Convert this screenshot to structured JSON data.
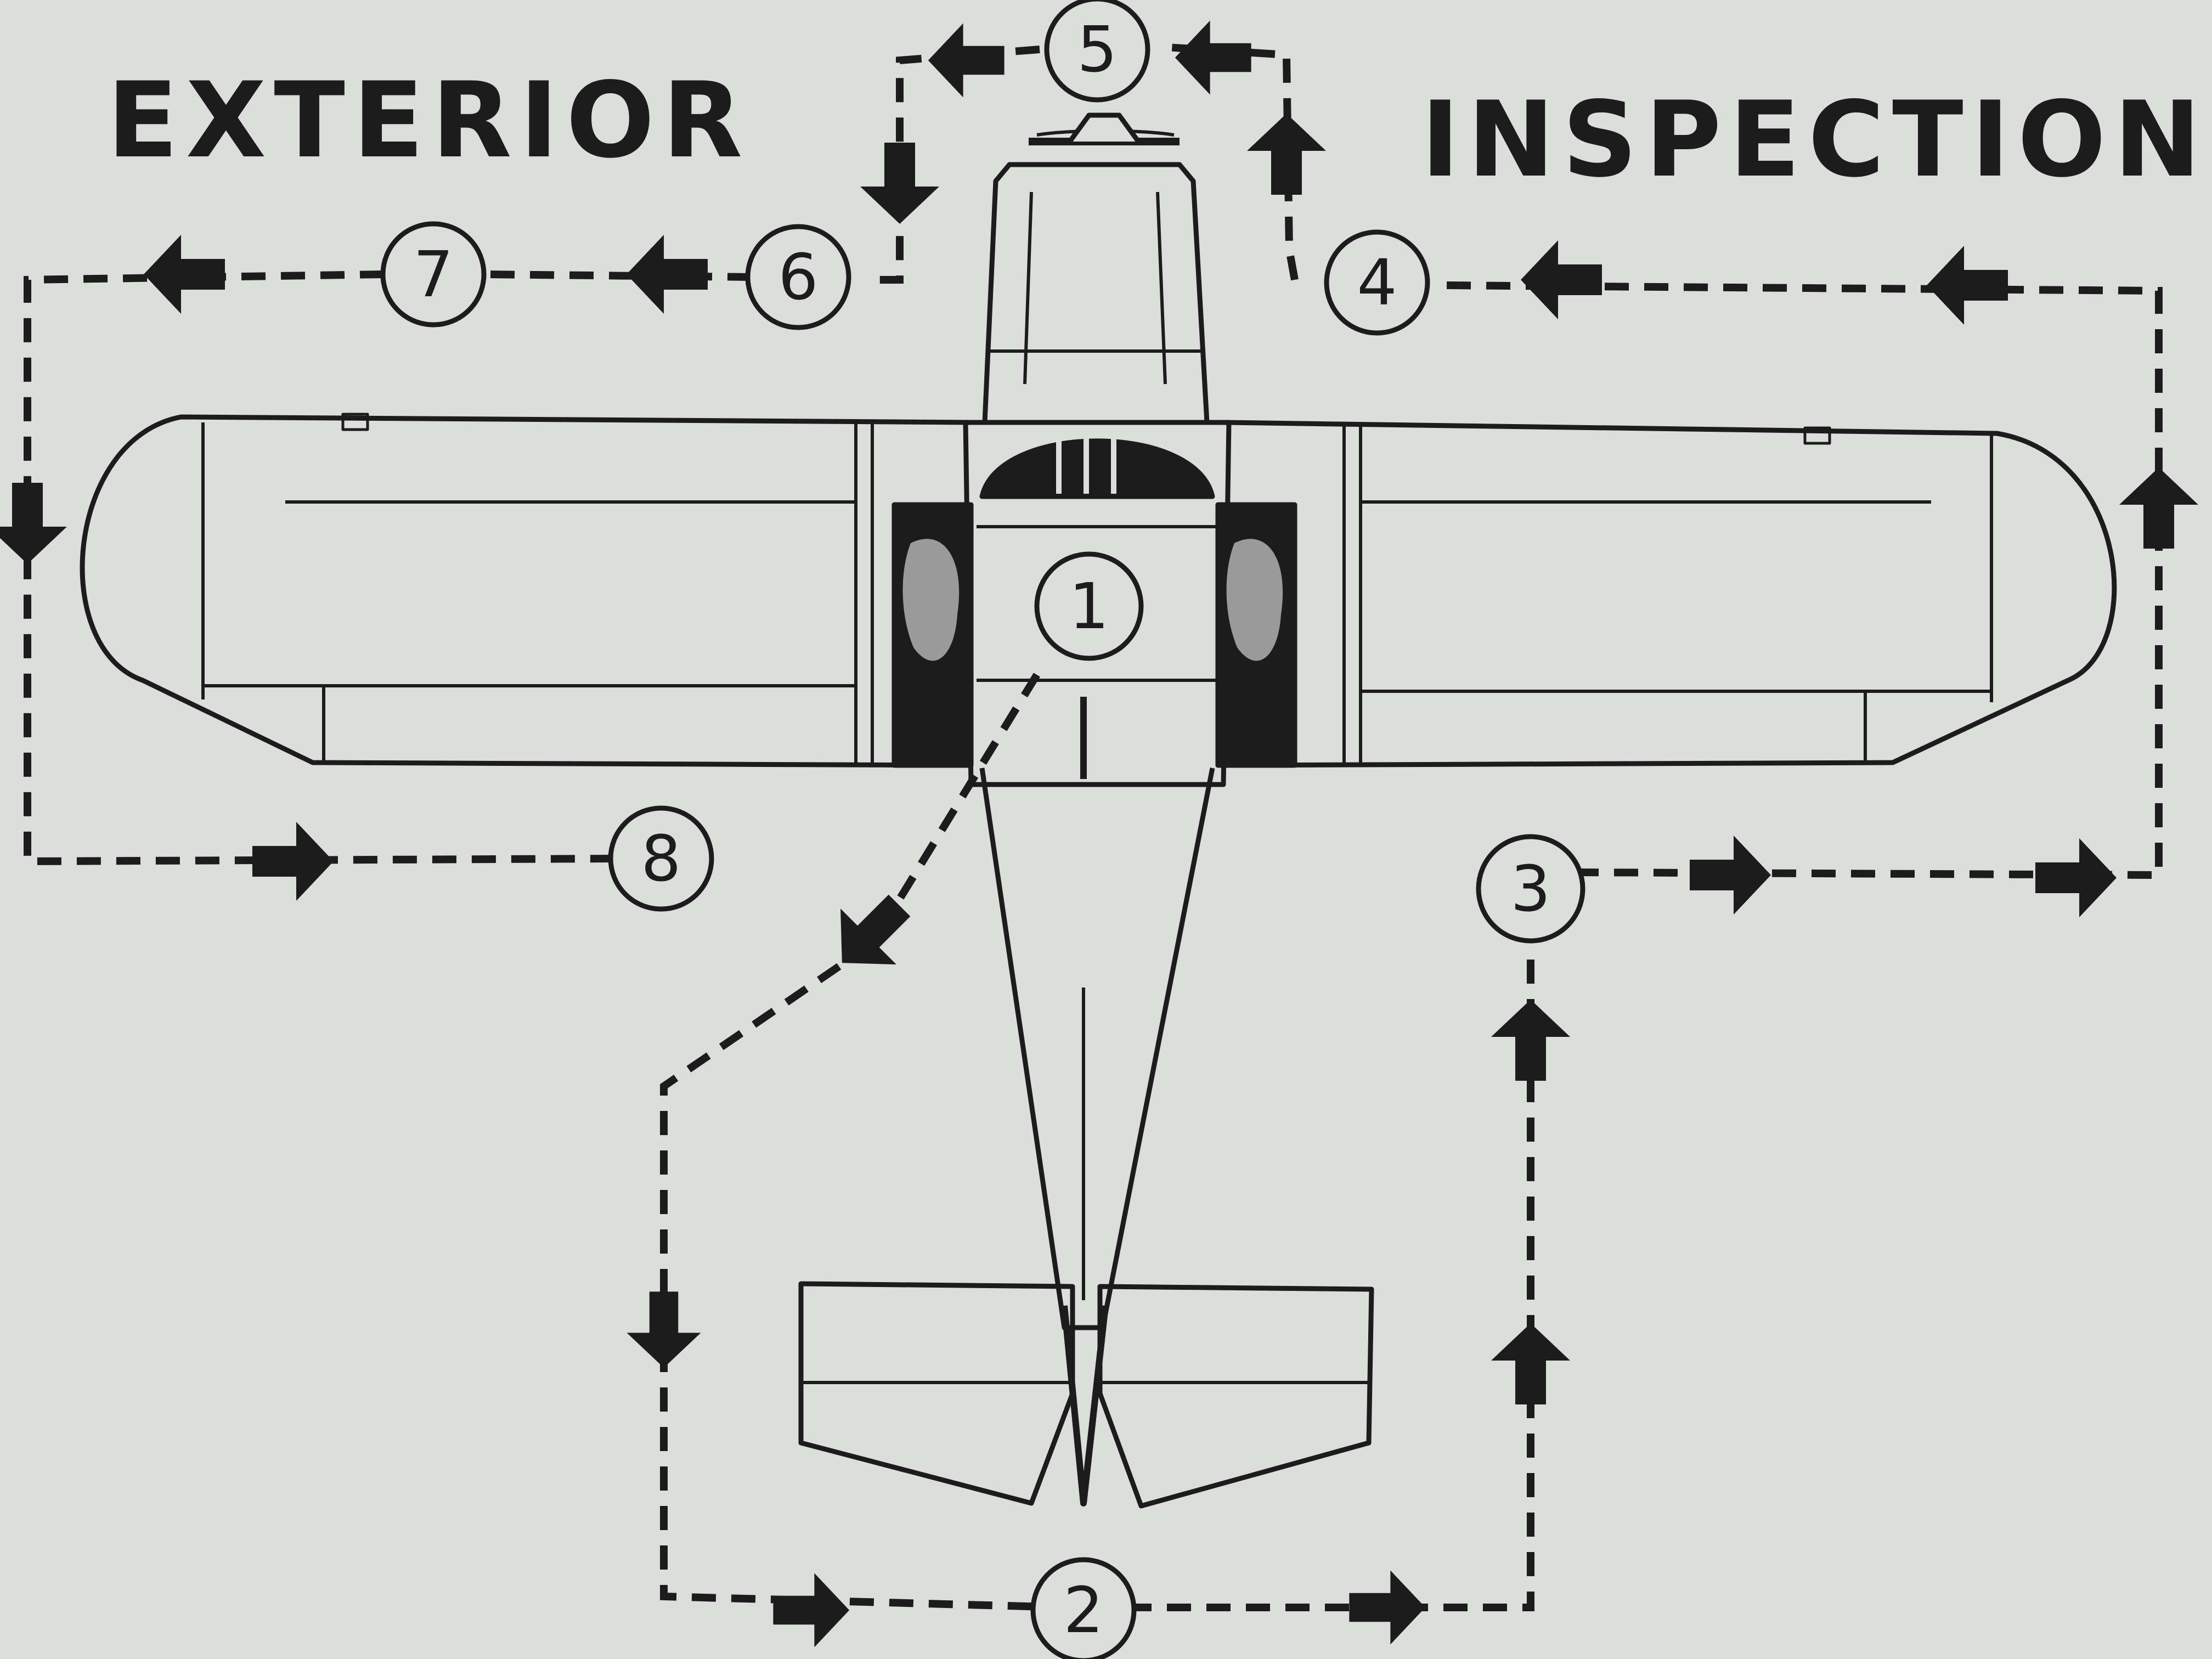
{
  "title_left": "EXTERIOR",
  "title_right": "INSPECTION",
  "steps": [
    "1",
    "2",
    "3",
    "4",
    "5",
    "6",
    "7",
    "8"
  ],
  "colors": {
    "ink": "#1c1c1c",
    "paper": "#dcdedb",
    "shade": "#4a4a4a"
  }
}
